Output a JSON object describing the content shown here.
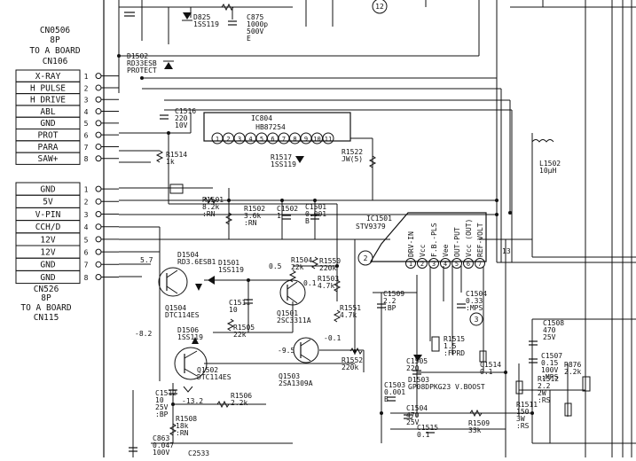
{
  "connector1": {
    "title_lines": [
      "CN0506",
      "8P",
      "TO A BOARD",
      "CN106"
    ],
    "pins": [
      {
        "n": "1",
        "label": "X-RAY"
      },
      {
        "n": "2",
        "label": "H PULSE"
      },
      {
        "n": "3",
        "label": "H DRIVE"
      },
      {
        "n": "4",
        "label": "ABL"
      },
      {
        "n": "5",
        "label": "GND"
      },
      {
        "n": "6",
        "label": "PROT"
      },
      {
        "n": "7",
        "label": "PARA"
      },
      {
        "n": "8",
        "label": "SAW+"
      }
    ]
  },
  "connector2": {
    "title_lines": [
      "CN526",
      "8P",
      "TO A BOARD",
      "CN115"
    ],
    "pins": [
      {
        "n": "1",
        "label": "GND"
      },
      {
        "n": "2",
        "label": "5V"
      },
      {
        "n": "3",
        "label": "V-PIN"
      },
      {
        "n": "4",
        "label": "CCH/D"
      },
      {
        "n": "5",
        "label": "12V"
      },
      {
        "n": "6",
        "label": "12V"
      },
      {
        "n": "7",
        "label": "GND"
      },
      {
        "n": "8",
        "label": "GND"
      }
    ]
  },
  "ic804": {
    "name": "IC804",
    "part": "HB87254",
    "pins": [
      "1",
      "2",
      "3",
      "4",
      "5",
      "6",
      "7",
      "8",
      "9",
      "10",
      "11"
    ]
  },
  "ic1501": {
    "name": "IC1501",
    "part": "STV9379",
    "pin_functions": [
      "DRV-IN",
      "Vcc",
      "F.B.-PLS",
      "Vee",
      "OUT-PUT",
      "Vcc (OUT)",
      "REF-VOLT"
    ],
    "pins": [
      "1",
      "2",
      "3",
      "4",
      "5",
      "6",
      "7"
    ]
  },
  "bubbles": [
    "12",
    "2",
    "3"
  ],
  "labels": [
    {
      "id": "d825",
      "lines": [
        "D825",
        "1SS119"
      ]
    },
    {
      "id": "c875",
      "lines": [
        "C875",
        "1000p",
        "500V",
        "E"
      ]
    },
    {
      "id": "d1502",
      "lines": [
        "D1502",
        "RD33ESB",
        "PROTECT"
      ]
    },
    {
      "id": "c1516",
      "lines": [
        "C1516",
        "220",
        "10V"
      ]
    },
    {
      "id": "r1514",
      "lines": [
        "R1514",
        "1k"
      ]
    },
    {
      "id": "r1517",
      "lines": [
        "R1517",
        "1SS119"
      ]
    },
    {
      "id": "r1522",
      "lines": [
        "R1522",
        "JW(5)"
      ]
    },
    {
      "id": "l1502",
      "lines": [
        "L1502",
        "10µH"
      ]
    },
    {
      "id": "r1501",
      "lines": [
        "R1501",
        "8.2k",
        ":RN"
      ]
    },
    {
      "id": "r1502",
      "lines": [
        "R1502",
        "3.6k",
        ":RN"
      ]
    },
    {
      "id": "c1502",
      "lines": [
        "C1502",
        "1"
      ]
    },
    {
      "id": "c1501",
      "lines": [
        "C1501",
        "0.001",
        "B"
      ]
    },
    {
      "id": "d1504",
      "lines": [
        "D1504",
        "RD3.6ESB1"
      ]
    },
    {
      "id": "v57",
      "lines": [
        "5.7"
      ]
    },
    {
      "id": "d1501",
      "lines": [
        "D1501",
        "1SS119"
      ]
    },
    {
      "id": "v05",
      "lines": [
        "0.5"
      ]
    },
    {
      "id": "r1504",
      "lines": [
        "R1504",
        "22k"
      ]
    },
    {
      "id": "r1550",
      "lines": [
        "R1550",
        "220k"
      ]
    },
    {
      "id": "r1503",
      "lines": [
        "R1503",
        "4.7k"
      ]
    },
    {
      "id": "c1511",
      "lines": [
        "C1511",
        "10"
      ]
    },
    {
      "id": "q1501",
      "lines": [
        "Q1501",
        "2SC3311A"
      ]
    },
    {
      "id": "v01a",
      "lines": [
        "0.1"
      ]
    },
    {
      "id": "q1504",
      "lines": [
        "Q1504",
        "DTC114ES"
      ]
    },
    {
      "id": "d1506",
      "lines": [
        "D1506",
        "1SS119"
      ]
    },
    {
      "id": "v82",
      "lines": [
        "-8.2"
      ]
    },
    {
      "id": "r1505",
      "lines": [
        "R1505",
        "22k"
      ]
    },
    {
      "id": "r1551",
      "lines": [
        "R1551",
        "4.7k"
      ]
    },
    {
      "id": "v01b",
      "lines": [
        "-0.1"
      ]
    },
    {
      "id": "v95",
      "lines": [
        "-9.5"
      ]
    },
    {
      "id": "q1502",
      "lines": [
        "Q1502",
        "DTC114ES"
      ]
    },
    {
      "id": "q1503",
      "lines": [
        "Q1503",
        "2SA1309A"
      ]
    },
    {
      "id": "r1552",
      "lines": [
        "R1552",
        "220k"
      ]
    },
    {
      "id": "c1512",
      "lines": [
        "C1512",
        "10",
        "25V",
        ":BP"
      ]
    },
    {
      "id": "v132",
      "lines": [
        "-13.2"
      ]
    },
    {
      "id": "r1506",
      "lines": [
        "R1506",
        "2.2k"
      ]
    },
    {
      "id": "r1508",
      "lines": [
        "R1508",
        "18k",
        ":RN"
      ]
    },
    {
      "id": "c863",
      "lines": [
        "C863",
        "0.047",
        "100V"
      ]
    },
    {
      "id": "c2533",
      "lines": [
        "C2533"
      ]
    },
    {
      "id": "c1509",
      "lines": [
        "C1509",
        "2.2",
        ":BP"
      ]
    },
    {
      "id": "c1504a",
      "lines": [
        "C1504",
        "0.33",
        ":MPS"
      ]
    },
    {
      "id": "r1515",
      "lines": [
        "R1515",
        "1.5",
        ":FPRD"
      ]
    },
    {
      "id": "c1505",
      "lines": [
        "C1505",
        "220"
      ]
    },
    {
      "id": "c1514",
      "lines": [
        "C1514",
        "0.1"
      ]
    },
    {
      "id": "d1503",
      "lines": [
        "D1503",
        "GP08DPKG23 V.BOOST"
      ]
    },
    {
      "id": "c1503",
      "lines": [
        "C1503",
        "0.001",
        "B"
      ]
    },
    {
      "id": "c1504b",
      "lines": [
        "C1504",
        "470",
        "25V"
      ]
    },
    {
      "id": "c1515",
      "lines": [
        "C1515",
        "0.1"
      ]
    },
    {
      "id": "r1509",
      "lines": [
        "R1509",
        "33k"
      ]
    },
    {
      "id": "c1508",
      "lines": [
        "C1508",
        "470",
        "25V"
      ]
    },
    {
      "id": "c1507",
      "lines": [
        "C1507",
        "0.15",
        "100V",
        ":MPS"
      ]
    },
    {
      "id": "r876",
      "lines": [
        "R876",
        "2.2k"
      ]
    },
    {
      "id": "r1511",
      "lines": [
        "R1511",
        "150",
        "3W",
        ":RS"
      ]
    },
    {
      "id": "r1512",
      "lines": [
        "R1512",
        "2.2",
        "2W",
        ":RS"
      ]
    },
    {
      "id": "v13",
      "lines": [
        "13"
      ]
    }
  ]
}
